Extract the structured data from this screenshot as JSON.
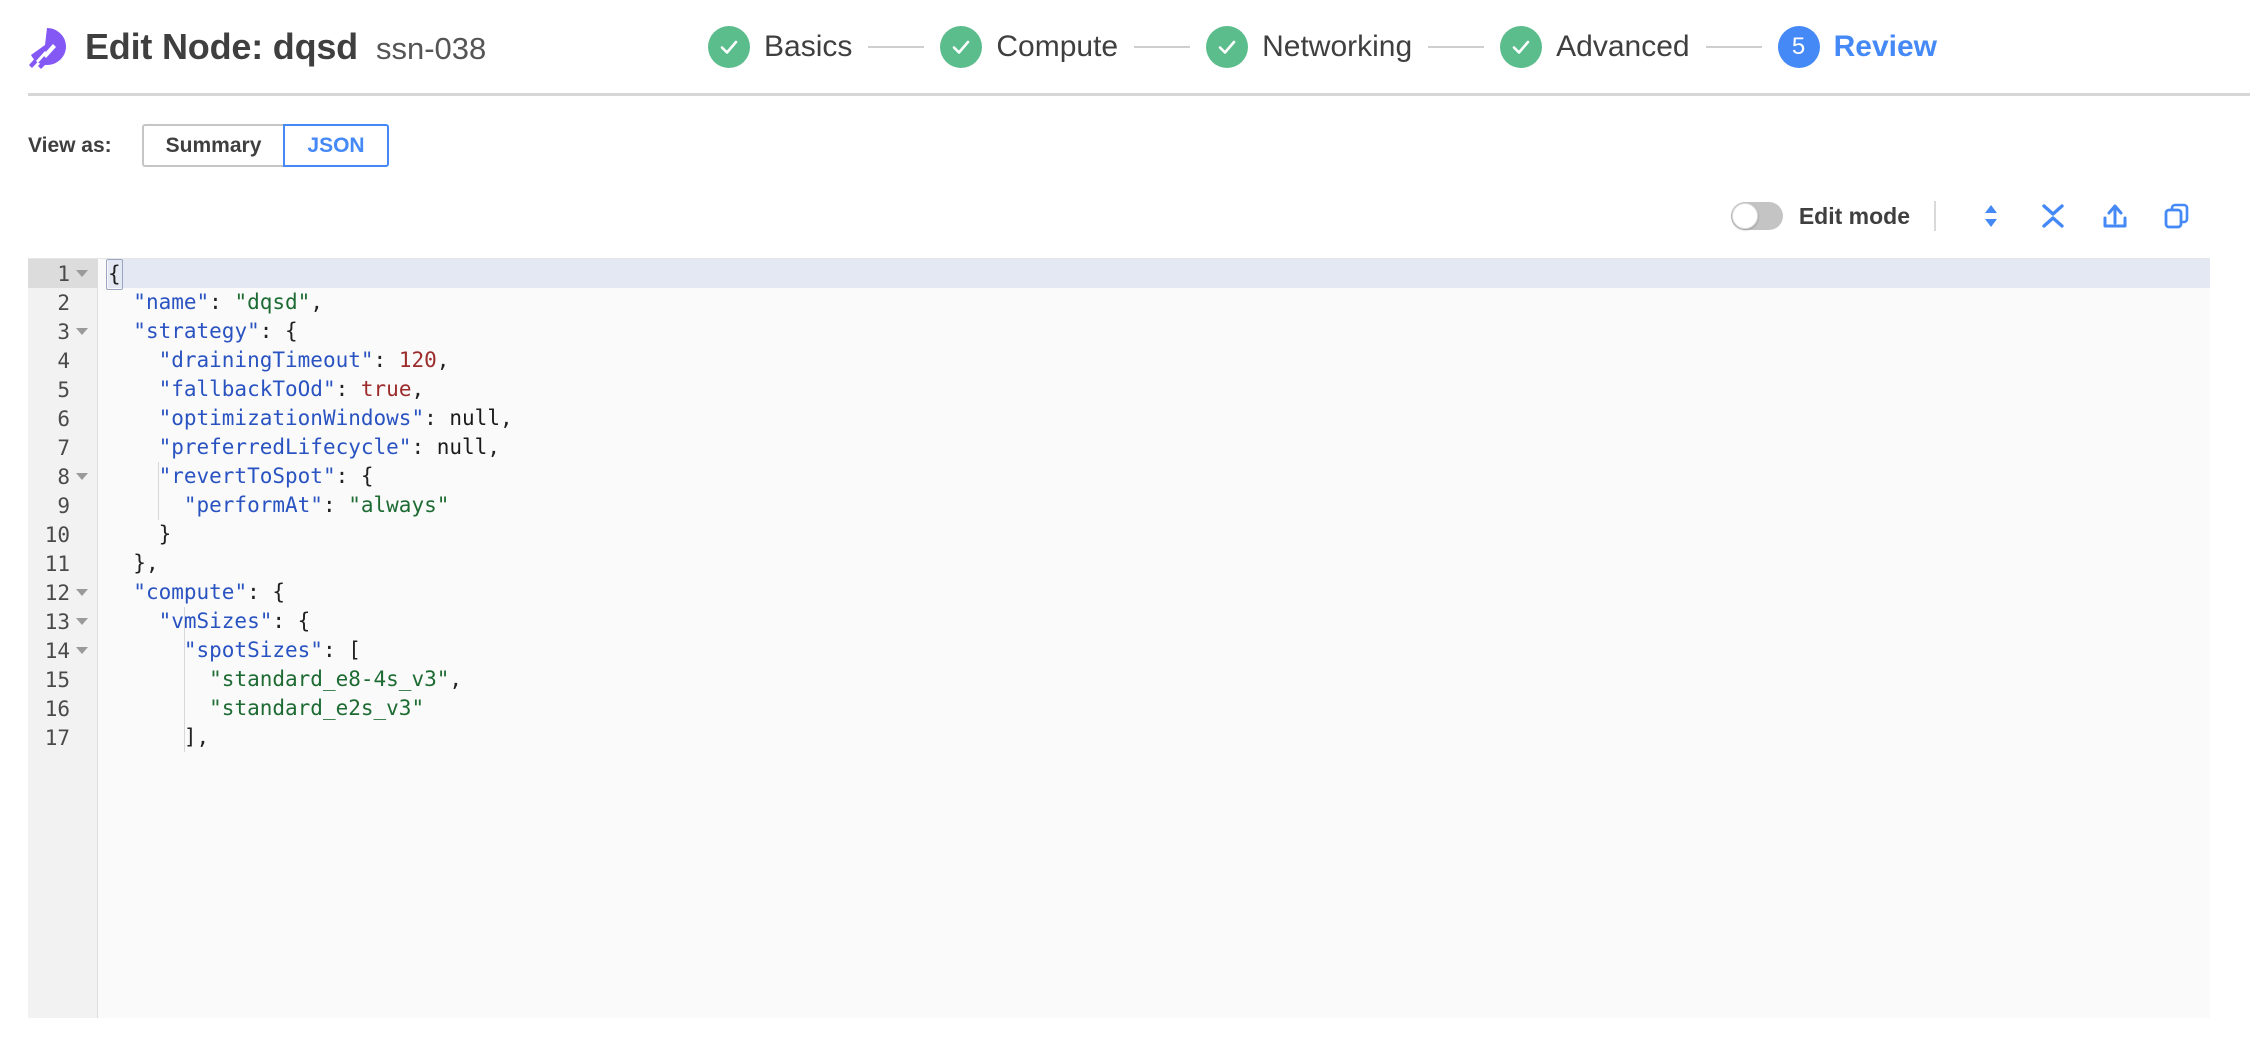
{
  "header": {
    "logo_icon": "spot-logo-icon",
    "title": "Edit Node: dqsd",
    "subtitle": "ssn-038"
  },
  "stepper": {
    "steps": [
      {
        "label": "Basics",
        "state": "done",
        "num": "1",
        "icon": "check-icon"
      },
      {
        "label": "Compute",
        "state": "done",
        "num": "2",
        "icon": "check-icon"
      },
      {
        "label": "Networking",
        "state": "done",
        "num": "3",
        "icon": "check-icon"
      },
      {
        "label": "Advanced",
        "state": "done",
        "num": "4",
        "icon": "check-icon"
      },
      {
        "label": "Review",
        "state": "active",
        "num": "5",
        "icon": ""
      }
    ],
    "done_color": "#5bbd8b",
    "active_color": "#4489f5"
  },
  "view_as": {
    "label": "View as:",
    "options": [
      {
        "label": "Summary",
        "selected": false
      },
      {
        "label": "JSON",
        "selected": true
      }
    ]
  },
  "editor_toolbar": {
    "edit_mode_label": "Edit mode",
    "edit_mode_on": false,
    "icons": [
      {
        "name": "expand-all-icon",
        "title": "Expand all"
      },
      {
        "name": "collapse-all-icon",
        "title": "Collapse all"
      },
      {
        "name": "export-icon",
        "title": "Export"
      },
      {
        "name": "copy-icon",
        "title": "Copy"
      }
    ],
    "icon_color": "#4489f5"
  },
  "json_editor": {
    "active_line": 1,
    "lines": [
      {
        "num": "1",
        "indent": 0,
        "foldable": true,
        "tokens": [
          {
            "t": "{",
            "c": "p"
          }
        ]
      },
      {
        "num": "2",
        "indent": 1,
        "foldable": false,
        "tokens": [
          {
            "t": "\"name\"",
            "c": "k"
          },
          {
            "t": ": ",
            "c": "p"
          },
          {
            "t": "\"dqsd\"",
            "c": "s"
          },
          {
            "t": ",",
            "c": "p"
          }
        ]
      },
      {
        "num": "3",
        "indent": 1,
        "foldable": true,
        "tokens": [
          {
            "t": "\"strategy\"",
            "c": "k"
          },
          {
            "t": ": {",
            "c": "p"
          }
        ]
      },
      {
        "num": "4",
        "indent": 2,
        "foldable": false,
        "tokens": [
          {
            "t": "\"drainingTimeout\"",
            "c": "k"
          },
          {
            "t": ": ",
            "c": "p"
          },
          {
            "t": "120",
            "c": "n"
          },
          {
            "t": ",",
            "c": "p"
          }
        ]
      },
      {
        "num": "5",
        "indent": 2,
        "foldable": false,
        "tokens": [
          {
            "t": "\"fallbackToOd\"",
            "c": "k"
          },
          {
            "t": ": ",
            "c": "p"
          },
          {
            "t": "true",
            "c": "n"
          },
          {
            "t": ",",
            "c": "p"
          }
        ]
      },
      {
        "num": "6",
        "indent": 2,
        "foldable": false,
        "tokens": [
          {
            "t": "\"optimizationWindows\"",
            "c": "k"
          },
          {
            "t": ": ",
            "c": "p"
          },
          {
            "t": "null",
            "c": "nl"
          },
          {
            "t": ",",
            "c": "p"
          }
        ]
      },
      {
        "num": "7",
        "indent": 2,
        "foldable": false,
        "tokens": [
          {
            "t": "\"preferredLifecycle\"",
            "c": "k"
          },
          {
            "t": ": ",
            "c": "p"
          },
          {
            "t": "null",
            "c": "nl"
          },
          {
            "t": ",",
            "c": "p"
          }
        ]
      },
      {
        "num": "8",
        "indent": 2,
        "foldable": true,
        "tokens": [
          {
            "t": "\"revertToSpot\"",
            "c": "k"
          },
          {
            "t": ": {",
            "c": "p"
          }
        ]
      },
      {
        "num": "9",
        "indent": 3,
        "foldable": false,
        "tokens": [
          {
            "t": "\"performAt\"",
            "c": "k"
          },
          {
            "t": ": ",
            "c": "p"
          },
          {
            "t": "\"always\"",
            "c": "s"
          }
        ]
      },
      {
        "num": "10",
        "indent": 2,
        "foldable": false,
        "tokens": [
          {
            "t": "}",
            "c": "p"
          }
        ]
      },
      {
        "num": "11",
        "indent": 1,
        "foldable": false,
        "tokens": [
          {
            "t": "},",
            "c": "p"
          }
        ]
      },
      {
        "num": "12",
        "indent": 1,
        "foldable": true,
        "tokens": [
          {
            "t": "\"compute\"",
            "c": "k"
          },
          {
            "t": ": {",
            "c": "p"
          }
        ]
      },
      {
        "num": "13",
        "indent": 2,
        "foldable": true,
        "tokens": [
          {
            "t": "\"vmSizes\"",
            "c": "k"
          },
          {
            "t": ": {",
            "c": "p"
          }
        ]
      },
      {
        "num": "14",
        "indent": 3,
        "foldable": true,
        "tokens": [
          {
            "t": "\"spotSizes\"",
            "c": "k"
          },
          {
            "t": ": [",
            "c": "p"
          }
        ]
      },
      {
        "num": "15",
        "indent": 4,
        "foldable": false,
        "tokens": [
          {
            "t": "\"standard_e8-4s_v3\"",
            "c": "s"
          },
          {
            "t": ",",
            "c": "p"
          }
        ]
      },
      {
        "num": "16",
        "indent": 4,
        "foldable": false,
        "tokens": [
          {
            "t": "\"standard_e2s_v3\"",
            "c": "s"
          }
        ]
      },
      {
        "num": "17",
        "indent": 3,
        "foldable": false,
        "tokens": [
          {
            "t": "],",
            "c": "p"
          }
        ]
      }
    ]
  }
}
